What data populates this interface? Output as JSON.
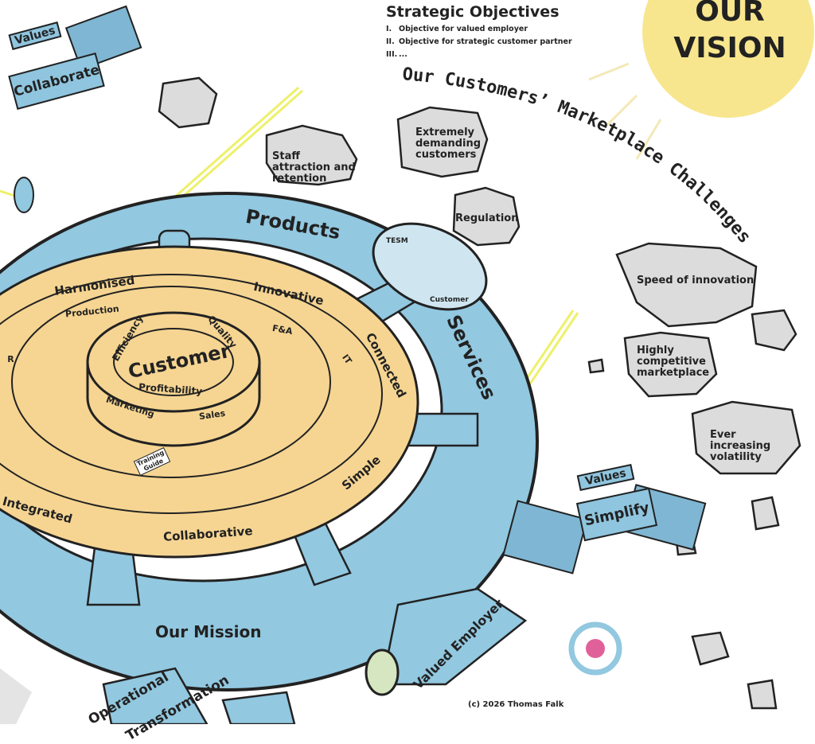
{
  "objectives": {
    "title": "Strategic Objectives",
    "items": [
      {
        "num": "I.",
        "text": "Objective for valued employer"
      },
      {
        "num": "II.",
        "text": "Objective for strategic customer partner"
      },
      {
        "num": "III.",
        "text": "..."
      }
    ]
  },
  "vision": {
    "line1": "OUR",
    "line2": "VISION"
  },
  "marketplace_title": "Our Customers’ Marketplace Challenges",
  "challenges": [
    "Staff attraction and retention",
    "Extremely demanding customers",
    "Regulation",
    "Speed of innovation",
    "Highly competitive marketplace",
    "Ever increasing volatility"
  ],
  "satellites": {
    "left": {
      "top": "Values",
      "bottom": "Collaborate"
    },
    "right": {
      "top": "Values",
      "bottom": "Simplify"
    }
  },
  "ring": {
    "products": "Products",
    "services": "Services",
    "mission": "Our Mission",
    "valued_employer": "Valued Employer",
    "operational": "Operational",
    "transformation": "Transformation"
  },
  "cockpit": {
    "tesm": "TESM",
    "customer": "Customer"
  },
  "outer_values": [
    "Harmonised",
    "Innovative",
    "Connected",
    "Simple",
    "Collaborative",
    "Integrated"
  ],
  "departments": [
    "Production",
    "F&A",
    "IT",
    "HR",
    "Marketing",
    "Sales"
  ],
  "hub": {
    "title": "Customer",
    "values": [
      "Efficiency",
      "Quality",
      "Profitability"
    ]
  },
  "training_guide": "Training Guide",
  "copyright": "(c) 2026 Thomas Falk",
  "colors": {
    "ring": "#92c8e0",
    "disk": "#f6d592",
    "sun": "#f8e68e",
    "rock": "#dcdcdc",
    "ink": "#222222"
  }
}
